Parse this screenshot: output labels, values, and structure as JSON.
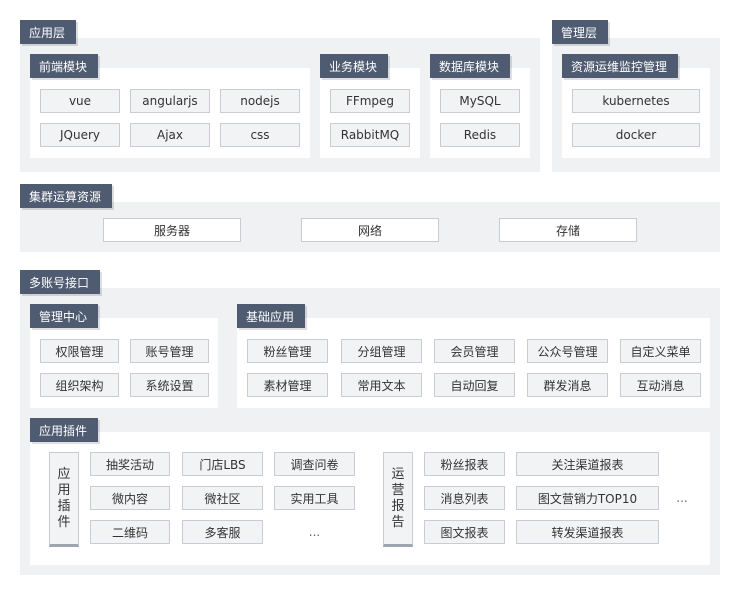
{
  "application_layer": {
    "title": "应用层",
    "frontend": {
      "title": "前端模块",
      "items": [
        "vue",
        "angularjs",
        "nodejs",
        "JQuery",
        "Ajax",
        "css"
      ]
    },
    "business": {
      "title": "业务模块",
      "items": [
        "FFmpeg",
        "RabbitMQ"
      ]
    },
    "database": {
      "title": "数据库模块",
      "items": [
        "MySQL",
        "Redis"
      ]
    }
  },
  "management_layer": {
    "title": "管理层",
    "monitoring": {
      "title": "资源运维监控管理",
      "items": [
        "kubernetes",
        "docker"
      ]
    }
  },
  "cluster": {
    "title": "集群运算资源",
    "items": [
      "服务器",
      "网络",
      "存储"
    ]
  },
  "multi_account": {
    "title": "多账号接口",
    "management_center": {
      "title": "管理中心",
      "items": [
        "权限管理",
        "账号管理",
        "组织架构",
        "系统设置"
      ]
    },
    "basic_apps": {
      "title": "基础应用",
      "items": [
        "粉丝管理",
        "分组管理",
        "会员管理",
        "公众号管理",
        "自定义菜单",
        "素材管理",
        "常用文本",
        "自动回复",
        "群发消息",
        "互动消息"
      ]
    },
    "plugins": {
      "title": "应用插件",
      "plugin_group": {
        "vertical_label": "应用插件",
        "items": [
          "抽奖活动",
          "门店LBS",
          "调查问卷",
          "微内容",
          "微社区",
          "实用工具",
          "二维码",
          "多客服"
        ],
        "more": "..."
      },
      "report_group": {
        "vertical_label": "运营报告",
        "items": [
          "粉丝报表",
          "关注渠道报表",
          "消息列表",
          "图文营销力TOP10",
          "图文报表",
          "转发渠道报表"
        ],
        "more": "..."
      }
    }
  }
}
